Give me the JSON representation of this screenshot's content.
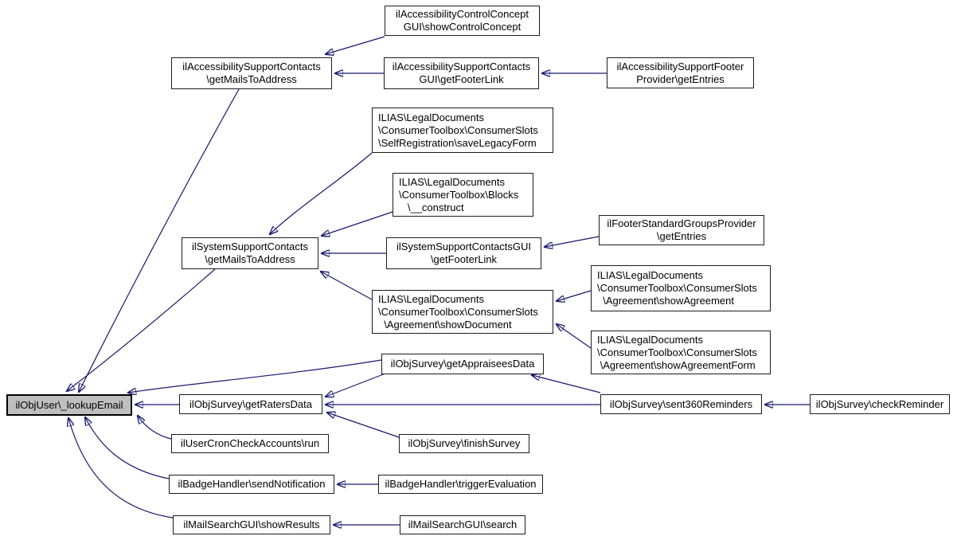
{
  "diagram": {
    "type": "call-graph",
    "colors": {
      "background": "#ffffff",
      "edge": "#191970",
      "node_border": "#1c1c1c",
      "node_fill": "#ffffff",
      "highlight_fill": "#bfbfbf"
    },
    "nodes": [
      {
        "id": "lookupEmail",
        "label": "ilObjUser\\_lookupEmail",
        "highlighted": true
      },
      {
        "id": "accGetMails",
        "label": "ilAccessibilitySupportContacts\n\\getMailsToAddress"
      },
      {
        "id": "showControlConcept",
        "label": "ilAccessibilityControlConcept\nGUI\\showControlConcept"
      },
      {
        "id": "accGetFooterLink",
        "label": "ilAccessibilitySupportContacts\nGUI\\getFooterLink"
      },
      {
        "id": "accFooterEntries",
        "label": "ilAccessibilitySupportFooter\nProvider\\getEntries"
      },
      {
        "id": "saveLegacyForm",
        "label": "ILIAS\\LegalDocuments\n\\ConsumerToolbox\\ConsumerSlots\n\\SelfRegistration\\saveLegacyForm"
      },
      {
        "id": "blocksConstruct",
        "label": "ILIAS\\LegalDocuments\n\\ConsumerToolbox\\Blocks\n   \\__construct"
      },
      {
        "id": "sysGetMails",
        "label": "ilSystemSupportContacts\n\\getMailsToAddress"
      },
      {
        "id": "sysGetFooterLink",
        "label": "ilSystemSupportContactsGUI\n\\getFooterLink"
      },
      {
        "id": "footerGroupsEntries",
        "label": "ilFooterStandardGroupsProvider\n\\getEntries"
      },
      {
        "id": "showAgreement",
        "label": "ILIAS\\LegalDocuments\n\\ConsumerToolbox\\ConsumerSlots\n  \\Agreement\\showAgreement"
      },
      {
        "id": "showDocument",
        "label": "ILIAS\\LegalDocuments\n\\ConsumerToolbox\\ConsumerSlots\n  \\Agreement\\showDocument"
      },
      {
        "id": "showAgreementForm",
        "label": "ILIAS\\LegalDocuments\n\\ConsumerToolbox\\ConsumerSlots\n \\Agreement\\showAgreementForm"
      },
      {
        "id": "getAppraiseesData",
        "label": "ilObjSurvey\\getAppraiseesData"
      },
      {
        "id": "getRatersData",
        "label": "ilObjSurvey\\getRatersData"
      },
      {
        "id": "sent360Reminders",
        "label": "ilObjSurvey\\sent360Reminders"
      },
      {
        "id": "checkReminder",
        "label": "ilObjSurvey\\checkReminder"
      },
      {
        "id": "cronRun",
        "label": "ilUserCronCheckAccounts\\run"
      },
      {
        "id": "finishSurvey",
        "label": "ilObjSurvey\\finishSurvey"
      },
      {
        "id": "sendNotification",
        "label": "ilBadgeHandler\\sendNotification"
      },
      {
        "id": "triggerEvaluation",
        "label": "ilBadgeHandler\\triggerEvaluation"
      },
      {
        "id": "showResults",
        "label": "ilMailSearchGUI\\showResults"
      },
      {
        "id": "mailSearch",
        "label": "ilMailSearchGUI\\search"
      }
    ],
    "edges": [
      {
        "from": "showControlConcept",
        "to": "accGetMails"
      },
      {
        "from": "accGetFooterLink",
        "to": "accGetMails"
      },
      {
        "from": "accFooterEntries",
        "to": "accGetFooterLink"
      },
      {
        "from": "accGetMails",
        "to": "lookupEmail"
      },
      {
        "from": "saveLegacyForm",
        "to": "sysGetMails"
      },
      {
        "from": "blocksConstruct",
        "to": "sysGetMails"
      },
      {
        "from": "sysGetFooterLink",
        "to": "sysGetMails"
      },
      {
        "from": "footerGroupsEntries",
        "to": "sysGetFooterLink"
      },
      {
        "from": "showDocument",
        "to": "sysGetMails"
      },
      {
        "from": "showAgreement",
        "to": "showDocument"
      },
      {
        "from": "showAgreementForm",
        "to": "showDocument"
      },
      {
        "from": "sysGetMails",
        "to": "lookupEmail"
      },
      {
        "from": "getAppraiseesData",
        "to": "lookupEmail"
      },
      {
        "from": "getRatersData",
        "to": "lookupEmail"
      },
      {
        "from": "getAppraiseesData",
        "to": "getRatersData"
      },
      {
        "from": "sent360Reminders",
        "to": "getRatersData"
      },
      {
        "from": "finishSurvey",
        "to": "getRatersData"
      },
      {
        "from": "sent360Reminders",
        "to": "getAppraiseesData"
      },
      {
        "from": "checkReminder",
        "to": "sent360Reminders"
      },
      {
        "from": "cronRun",
        "to": "lookupEmail"
      },
      {
        "from": "sendNotification",
        "to": "lookupEmail"
      },
      {
        "from": "showResults",
        "to": "lookupEmail"
      },
      {
        "from": "triggerEvaluation",
        "to": "sendNotification"
      },
      {
        "from": "mailSearch",
        "to": "showResults"
      }
    ]
  }
}
